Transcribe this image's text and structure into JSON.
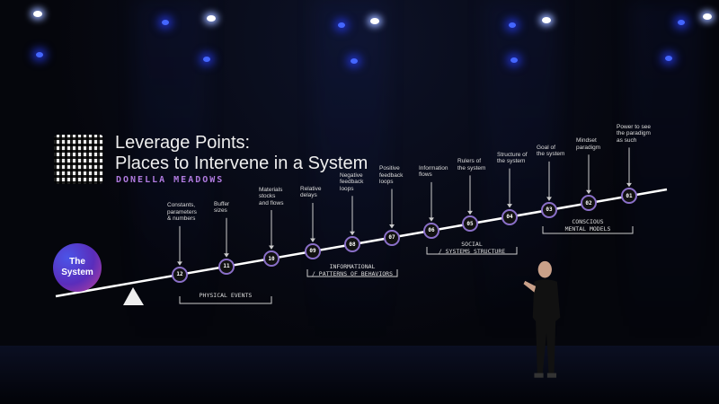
{
  "slide": {
    "title_line1": "Leverage Points:",
    "title_line2": "Places to Intervene in a System",
    "author": "DONELLA MEADOWS",
    "system_label": "The System",
    "points": [
      {
        "num": "12",
        "label": "Constants,\nparameters\n& numbers"
      },
      {
        "num": "11",
        "label": "Buffer\nsizes"
      },
      {
        "num": "10",
        "label": "Materials\nstocks\nand flows"
      },
      {
        "num": "09",
        "label": "Relative\ndelays"
      },
      {
        "num": "08",
        "label": "Negative\nfeedback\nloops"
      },
      {
        "num": "07",
        "label": "Positive\nfeedback\nloops"
      },
      {
        "num": "06",
        "label": "Information\nflows"
      },
      {
        "num": "05",
        "label": "Rulers of\nthe system"
      },
      {
        "num": "04",
        "label": "Structure of\nthe system"
      },
      {
        "num": "03",
        "label": "Goal of\nthe system"
      },
      {
        "num": "02",
        "label": "Mindset\nparadigm"
      },
      {
        "num": "01",
        "label": "Power to see\nthe paradigm\nas such"
      }
    ],
    "groups": {
      "physical": "PHYSICAL EVENTS",
      "informational": "INFORMATIONAL\n/ PATTERNS OF BEHAVIORS",
      "social": "SOCIAL\n/ SYSTEMS STRUCTURE",
      "conscious": "CONSCIOUS\nMENTAL MODELS"
    }
  }
}
